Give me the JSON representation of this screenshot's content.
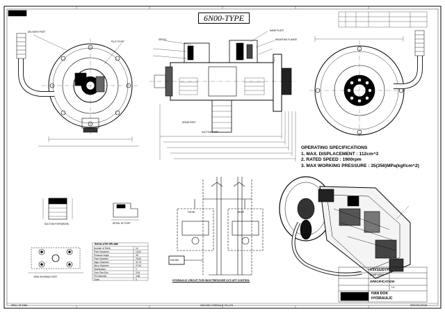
{
  "drawing": {
    "title": "6N00-TYPE",
    "specs_heading": "OPERATING SPECIFICATIONS",
    "specs": [
      "1. MAX. DISPLACEMENT : 112cm^3",
      "2. RATED SPEED : 1900rpm",
      "3. MAX WORKING PRESSURE : 35(356)MPa(kgf/cm^2)"
    ],
    "spline_title": "INVOLUTE SPLINE",
    "detail_caption_1": "SUCTION PORT(REAR)",
    "detail_caption_2": "DETAIL OF PORT",
    "view_caption": "VIEW SHOWING PORT",
    "circuit_caption": "HYDRAULIC CIRCUIT FOR HIGH PRESSURE CUT-OFF CONTROL",
    "engine_label": "ENGINE",
    "front_label": "FRONT",
    "rear_label": "REAR",
    "label_delivery": "DELIVERY PORT",
    "label_suction": "SUCTION PORT",
    "label_nameplate": "NAME PLATE",
    "label_mounting": "MOUNTING FLANGE",
    "label_servo": "SERVO",
    "label_drain": "DRAIN PORT",
    "label_pilot": "PILOT PORT",
    "footer_left": "SPEC. OF KIND",
    "footer_center": "HAN DOK HYDRAULIC CO.,LTD",
    "footer_right": "SPECIFICATION",
    "titleblock": {
      "part_no": "K5V112DTP",
      "sub": "(PUMP ASSY)",
      "name": "SPECIFICATION",
      "brand_1": "HAN DOK",
      "brand_2": "HYDRAULIC",
      "scale": "1:4"
    },
    "spline_rows": [
      [
        "Number of Teeth",
        "14"
      ],
      [
        "Pitch Diametral",
        "12/24"
      ],
      [
        "Pressure Angle",
        "30°"
      ],
      [
        "Pitch Diameter",
        "29.63"
      ],
      [
        "Major Diameter",
        "31.75"
      ],
      [
        "Minor Diameter",
        "27.05"
      ],
      [
        "Modification",
        "0"
      ],
      [
        "Over Pins Dim.",
        "22.8"
      ],
      [
        "Pin Diameter",
        "4.88"
      ],
      [
        "Class",
        "5"
      ]
    ]
  }
}
